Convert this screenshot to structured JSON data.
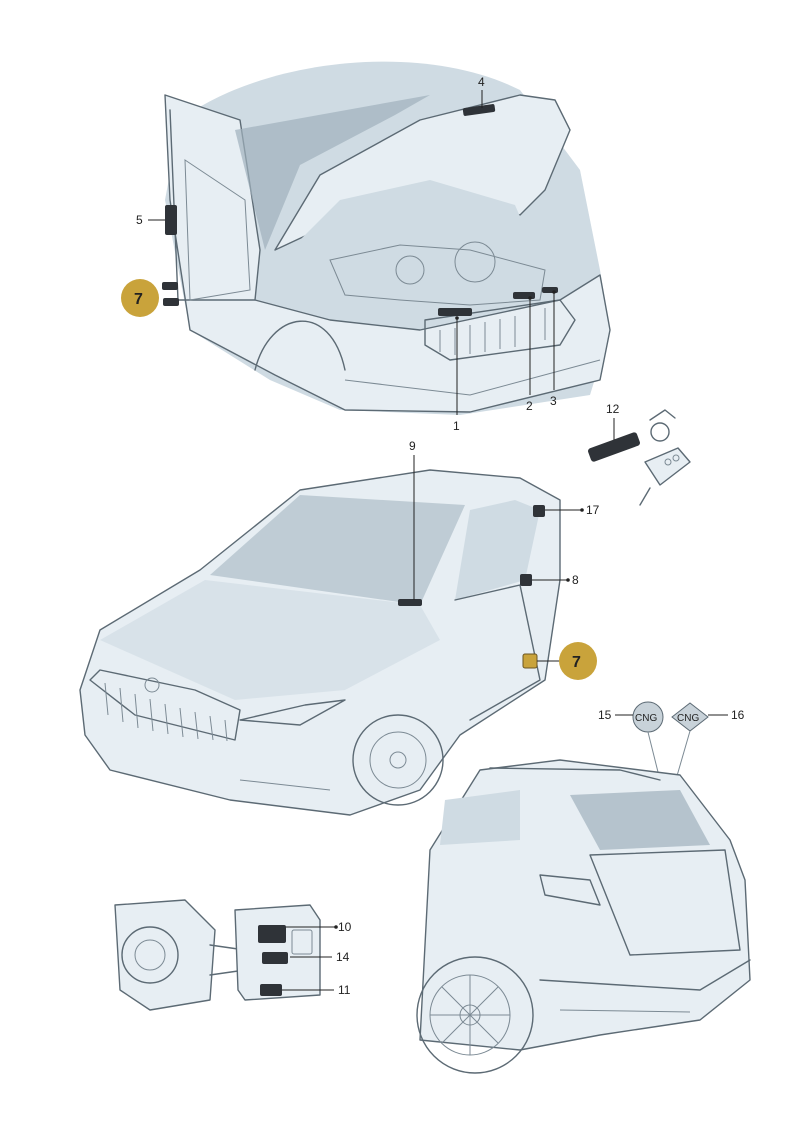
{
  "callouts": {
    "c1": "1",
    "c2": "2",
    "c3": "3",
    "c4": "4",
    "c5": "5",
    "c7a": "7",
    "c7b": "7",
    "c8": "8",
    "c9": "9",
    "c10": "10",
    "c11": "11",
    "c12": "12",
    "c14": "14",
    "c15": "15",
    "c16": "16",
    "c17": "17"
  },
  "badges": {
    "cng_round": "CNG",
    "cng_diamond": "CNG"
  },
  "colors": {
    "highlight_badge": "#c9a33b",
    "label_plate": "#2f3338",
    "car_body": "#e7eef3",
    "car_shade": "#cfdbe3"
  }
}
